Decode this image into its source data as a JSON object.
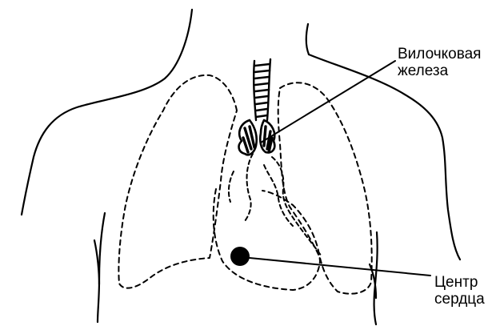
{
  "labels": {
    "thymus": [
      "Вилочковая",
      "железа"
    ],
    "heart_center": [
      "Центр",
      "сердца"
    ]
  },
  "colors": {
    "ink": "#000000",
    "background": "#ffffff"
  }
}
